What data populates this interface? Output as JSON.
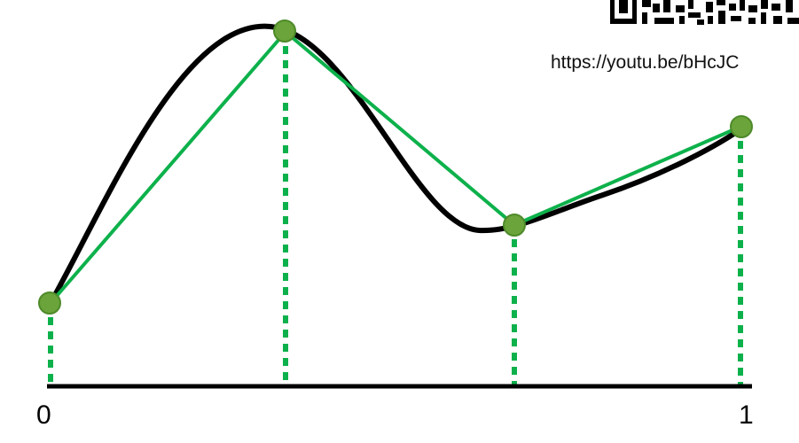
{
  "url_text": "https://youtu.be/bHcJC",
  "axis": {
    "tick_start": "0",
    "tick_end": "1"
  },
  "colors": {
    "curve": "#000000",
    "interpolant": "#0db14b",
    "sample_point_fill": "#6aa43a",
    "sample_point_stroke": "#4e8a2a",
    "guide": "#0db14b",
    "axis": "#000000"
  },
  "icons": {
    "qr": "qr-code-icon"
  }
}
